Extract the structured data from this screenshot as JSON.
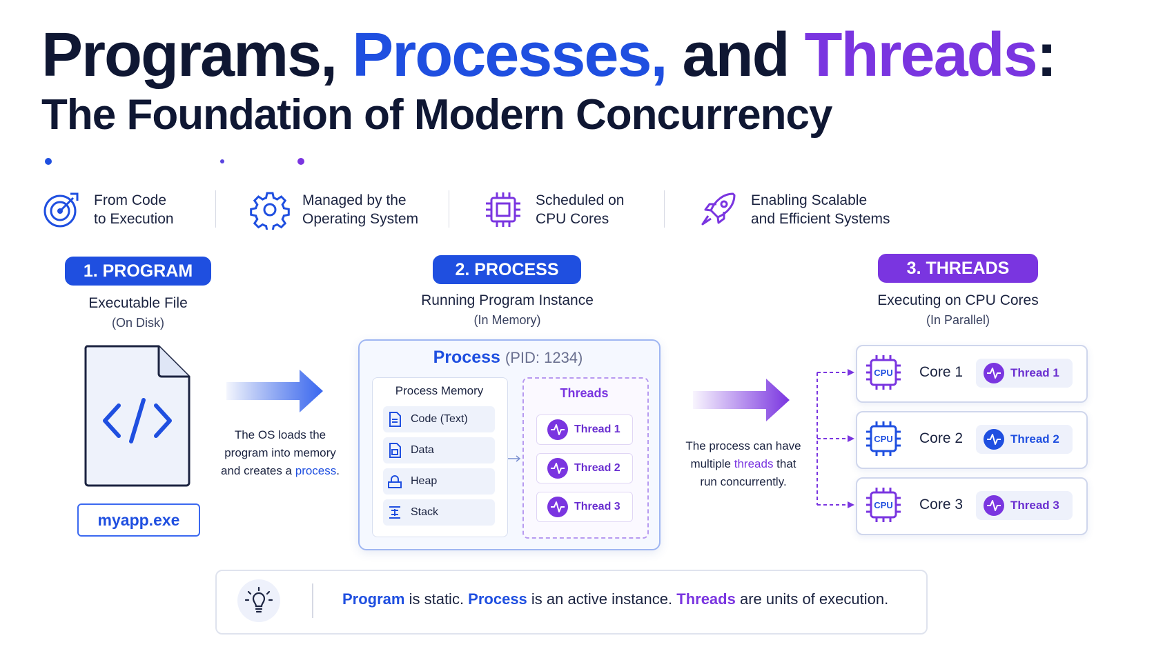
{
  "header": {
    "title_part1": "Programs, ",
    "title_part2": "Processes,",
    "title_part3": " and ",
    "title_part4": "Threads",
    "title_part5": ":",
    "subtitle": "The Foundation of Modern Concurrency"
  },
  "features": [
    {
      "icon": "target-icon",
      "line1": "From Code",
      "line2": "to Execution"
    },
    {
      "icon": "gear-icon",
      "line1": "Managed by the",
      "line2": "Operating System"
    },
    {
      "icon": "chip-icon",
      "line1": "Scheduled on",
      "line2": "CPU Cores"
    },
    {
      "icon": "rocket-icon",
      "line1": "Enabling Scalable",
      "line2": "and Efficient Systems"
    }
  ],
  "program": {
    "label": "1. PROGRAM",
    "subtitle": "Executable File",
    "note": "(On Disk)",
    "filename": "myapp.exe"
  },
  "arrow1_caption": {
    "line1": "The OS loads the",
    "line2": "program into memory",
    "line3_prefix": "and creates a ",
    "line3_highlight": "process",
    "line3_suffix": "."
  },
  "process": {
    "label": "2. PROCESS",
    "subtitle": "Running Program Instance",
    "note": "(In Memory)",
    "card_title": "Process",
    "pid": "(PID: 1234)",
    "memory_title": "Process Memory",
    "memory_items": [
      "Code (Text)",
      "Data",
      "Heap",
      "Stack"
    ],
    "threads_title": "Threads",
    "threads": [
      "Thread 1",
      "Thread 2",
      "Thread 3"
    ]
  },
  "arrow2_caption": {
    "line1": "The process can have",
    "line2_prefix": "multiple ",
    "line2_highlight": "threads",
    "line2_suffix": " that",
    "line3": "run concurrently."
  },
  "threads_section": {
    "label": "3. THREADS",
    "subtitle": "Executing on CPU Cores",
    "note": "(In Parallel)",
    "cpu_text": "CPU",
    "cores": [
      {
        "core": "Core 1",
        "thread": "Thread 1"
      },
      {
        "core": "Core 2",
        "thread": "Thread 2"
      },
      {
        "core": "Core 3",
        "thread": "Thread 3"
      }
    ]
  },
  "summary": {
    "w1": "Program",
    "t1": " is static. ",
    "w2": "Process",
    "t2": " is an active instance. ",
    "w3": "Threads",
    "t3": " are units of execution."
  },
  "colors": {
    "navy": "#0f1733",
    "blue": "#1f4fe0",
    "purple": "#7a35e0"
  }
}
